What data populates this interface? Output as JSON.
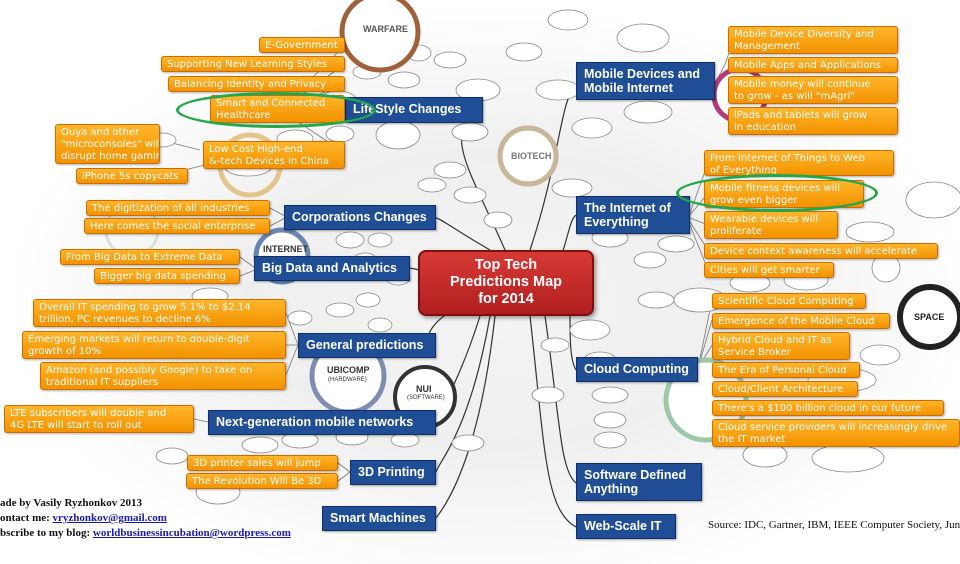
{
  "center": {
    "line1": "Top Tech",
    "line2": "Predictions Map",
    "line3": "for 2014"
  },
  "categories": [
    {
      "id": "lifestyle",
      "label": "LifeStyle Changes"
    },
    {
      "id": "corporations",
      "label": "Corporations Changes"
    },
    {
      "id": "bigdata",
      "label": "Big Data and Analytics"
    },
    {
      "id": "general",
      "label": "General predictions"
    },
    {
      "id": "nextgen",
      "label": "Next-generation mobile networks"
    },
    {
      "id": "printing",
      "label": "3D Printing"
    },
    {
      "id": "smart",
      "label": "Smart Machines"
    },
    {
      "id": "mobile",
      "line1": "Mobile Devices and",
      "line2": "Mobile Internet"
    },
    {
      "id": "iot",
      "line1": "The Internet of",
      "line2": "Everything"
    },
    {
      "id": "cloud",
      "label": "Cloud Computing"
    },
    {
      "id": "sda",
      "line1": "Software Defined",
      "line2": "Anything"
    },
    {
      "id": "webscale",
      "label": "Web-Scale IT"
    }
  ],
  "predictions": {
    "lifestyle": [
      {
        "text": "E-Government"
      },
      {
        "text": "Supporting New Learning Styles"
      },
      {
        "text": "Balancing Identity and Privacy"
      },
      {
        "line1": "Smart and Connected",
        "line2": "Healthcare"
      },
      {
        "line1": "Low Cost High-end",
        "line2": "&-tech Devices in China"
      },
      {
        "line1": "Ouya and other",
        "line2": "\"microconsoles\" will",
        "line3": "disrupt home gaming"
      },
      {
        "text": "iPhone 5s copycats"
      }
    ],
    "corporations": [
      {
        "text": "The digitization of all industries"
      },
      {
        "text": "Here comes the social enterprise"
      }
    ],
    "bigdata": [
      {
        "text": "From Big Data to Extreme Data"
      },
      {
        "text": "Bigger big data spending"
      }
    ],
    "general": [
      {
        "line1": "Overall IT spending to grow 5.1% to $2.14",
        "line2": "trillion, PC revenues to decline 6%"
      },
      {
        "line1": "Emerging markets will return to double-digit",
        "line2": "growth of 10%"
      },
      {
        "line1": "Amazon (and possibly Google) to take on",
        "line2": "traditional IT suppliers"
      }
    ],
    "nextgen": [
      {
        "line1": "LTE subscribers will double and",
        "line2": "4G LTE will start to roll out"
      }
    ],
    "printing": [
      {
        "text": "3D printer sales will jump"
      },
      {
        "text": "The Revolution Will Be 3D"
      }
    ],
    "mobile": [
      {
        "line1": "Mobile Device Diversity and",
        "line2": "Management"
      },
      {
        "text": "Mobile Apps and Applications"
      },
      {
        "line1": "Mobile money will continue",
        "line2": "to grow - as will \"mAgri\""
      },
      {
        "line1": "iPads and tablets will grow",
        "line2": "in education"
      }
    ],
    "iot": [
      {
        "line1": "From Internet of Things to Web",
        "line2": "of Everything"
      },
      {
        "line1": "Mobile fitness devices will",
        "line2": "grow even bigger"
      },
      {
        "line1": "Wearable devices will",
        "line2": "proliferate"
      },
      {
        "text": "Device context awareness will accelerate"
      },
      {
        "text": "Cities will get smarter"
      }
    ],
    "cloud": [
      {
        "text": "Scientific Cloud Computing"
      },
      {
        "text": "Emergence of the Mobile Cloud"
      },
      {
        "line1": "Hybrid Cloud and IT as",
        "line2": "Service Broker"
      },
      {
        "text": "The Era of Personal Cloud"
      },
      {
        "text": "Cloud/Client Architecture"
      },
      {
        "text": "There's a $100 billion cloud in our future"
      },
      {
        "line1": "Cloud service providers will increasingly drive",
        "line2": "the IT market"
      }
    ]
  },
  "hubs": {
    "warfare": "WARFARE",
    "biotech": "BIOTECH",
    "internet": "INTERNET",
    "ubicomp": "UBICOMP",
    "ubicomp_sub": "(HARDWARE)",
    "nui": "NUI",
    "nui_sub": "(SOFTWARE)",
    "space": "SPACE"
  },
  "footer": {
    "made_by": "ade by Vasily Ryzhonkov 2013",
    "contact_label": "ontact me: ",
    "contact_email": "vryzhonkov@gmail.com",
    "subscribe_label": "bscribe to my blog: ",
    "blog_url": "worldbusinessincubation@wordpress.com",
    "source": "Source: IDC, Gartner, IBM, IEEE Computer Society, Junipe"
  },
  "colors": {
    "category": "#1f4e96",
    "prediction": "#f39200",
    "center": "#c62828",
    "highlight": "#22a84a"
  }
}
